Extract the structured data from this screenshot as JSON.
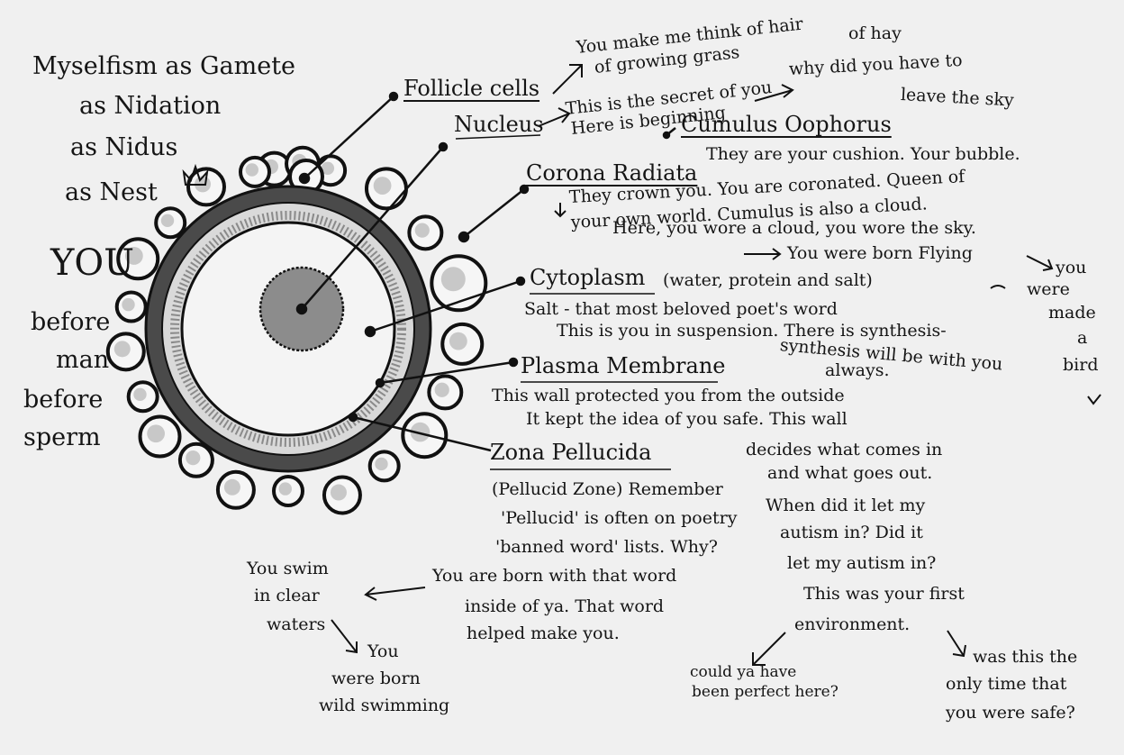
{
  "left": {
    "title_lines": [
      "Myselfism as Gamete",
      "as Nidation",
      "as Nidus",
      "as Nest"
    ],
    "you": "YOU",
    "before_lines": [
      "before",
      "man",
      "before",
      "sperm"
    ]
  },
  "labels": {
    "follicle": "Follicle cells",
    "nucleus": "Nucleus",
    "cumulus": "Cumulus Oophorus",
    "corona": "Corona Radiata",
    "cytoplasm": "Cytoplasm",
    "cytoplasm_note": "(water, protein and salt)",
    "plasma": "Plasma Membrane",
    "zona": "Zona Pellucida"
  },
  "notes": {
    "hair_1": "You make me think of hair",
    "hair_2": "of growing grass",
    "hair_3": "of hay",
    "secret_1": "This is the secret of you",
    "secret_2": "Here is beginning",
    "sky_1": "why did you have to",
    "sky_2": "leave the sky",
    "cumulus_1": "They are your cushion. Your bubble.",
    "cumulus_2": "They crown you. You are coronated. Queen of",
    "cumulus_3": "your own world. Cumulus is also a cloud.",
    "cumulus_4": "Here, you wore a cloud, you wore the sky.",
    "flying": "You were born Flying",
    "bird": [
      "you",
      "were",
      "made",
      "a",
      "bird"
    ],
    "salt_1": "Salt - that most beloved poet's word",
    "salt_2": "This is you in suspension. There is synthesis-",
    "salt_3": "synthesis will be with you",
    "salt_4": "always.",
    "wall_1": "This wall protected you from the outside",
    "wall_2": "It kept the idea of you safe. This wall",
    "wall_3": "decides what comes in",
    "wall_4": "and what goes out.",
    "autism_1": "When did it let my",
    "autism_2": "autism in? Did it",
    "autism_3": "let my autism in?",
    "autism_4": "This was your first",
    "autism_5": "environment.",
    "perfect_1": "could ya have",
    "perfect_2": "been perfect here?",
    "safe_1": "was this the",
    "safe_2": "only time that",
    "safe_3": "you were safe?",
    "pellucid_1": "(Pellucid Zone) Remember",
    "pellucid_2": "'Pellucid' is often on poetry",
    "pellucid_3": "'banned word' lists. Why?",
    "pellucid_4": "You are born with that word",
    "pellucid_5": "inside of ya. That word",
    "pellucid_6": "helped make you.",
    "swim_1": "You swim",
    "swim_2": "in clear",
    "swim_3": "waters",
    "wild_1": "You",
    "wild_2": "were born",
    "wild_3": "wild swimming"
  },
  "colors": {
    "ink": "#151515",
    "paper": "#f0f0f0",
    "cell_fill": "#d8d8d8",
    "shadow": "#9a9a9a"
  }
}
